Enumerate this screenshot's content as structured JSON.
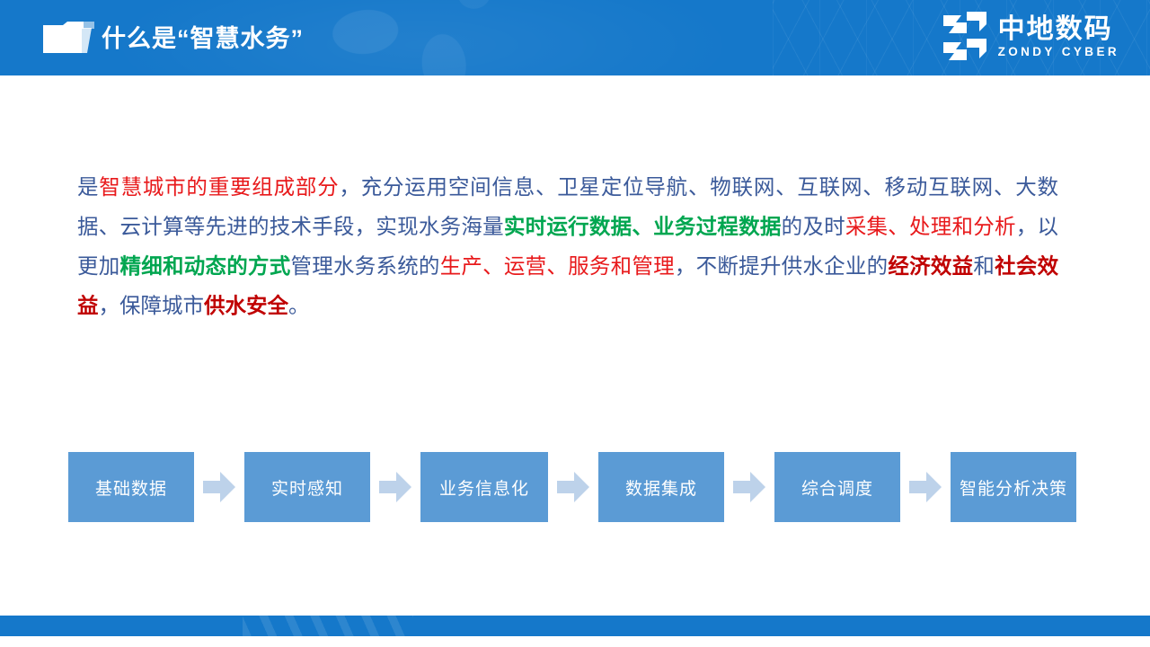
{
  "header": {
    "title": "什么是“智慧水务”",
    "folder_icon": "folder-icon",
    "logo": {
      "mark": "zondy-z-mark-icon",
      "cn_name": "中地数码",
      "en_name": "ZONDY CYBER"
    },
    "bg_color": "#1578ca"
  },
  "body": {
    "paragraph_plain": "是智慧城市的重要组成部分，充分运用空间信息、卫星定位导航、物联网、互联网、移动互联网、大数据、云计算等先进的技术手段，实现水务海量实时运行数据、业务过程数据的及时采集、处理和分析，以更加精细和动态的方式管理水务系统的生产、运营、服务和管理，不断提升供水企业的经济效益和社会效益，保障城市供水安全。",
    "segments": [
      {
        "text": "是",
        "style": "blue"
      },
      {
        "text": "智慧城市的重要组成部分",
        "style": "red"
      },
      {
        "text": "，充分运用空间信息、卫星定位导航、物联网、互联网、移动互联网、大数据、云计算等先进的技术手段，实现水务海量",
        "style": "blue"
      },
      {
        "text": "实时运行数据",
        "style": "green-bold"
      },
      {
        "text": "、",
        "style": "green-bold"
      },
      {
        "text": "业务过程数据",
        "style": "green-bold"
      },
      {
        "text": "的及时",
        "style": "blue"
      },
      {
        "text": "采集、处理和分析",
        "style": "red"
      },
      {
        "text": "，以更加",
        "style": "blue"
      },
      {
        "text": "精细和动态的方式",
        "style": "green-bold"
      },
      {
        "text": "管理水务系统的",
        "style": "blue"
      },
      {
        "text": "生产、运营、服务和管理",
        "style": "red"
      },
      {
        "text": "，不断提升供水企业的",
        "style": "blue"
      },
      {
        "text": "经济效益",
        "style": "red-bold"
      },
      {
        "text": "和",
        "style": "blue"
      },
      {
        "text": "社会效益",
        "style": "red-bold"
      },
      {
        "text": "，保障城市",
        "style": "blue"
      },
      {
        "text": "供水安全",
        "style": "red-bold"
      },
      {
        "text": "。",
        "style": "blue"
      }
    ],
    "colors": {
      "blue": "#3b5a9a",
      "red": "#e8191b",
      "red_bold": "#c00000",
      "green_bold": "#00a650"
    }
  },
  "flow": {
    "box_color": "#5b9bd5",
    "arrow_color": "#bdd2ea",
    "steps": [
      {
        "label": "基础数据",
        "width": 140
      },
      {
        "label": "实时感知",
        "width": 140
      },
      {
        "label": "业务信息化",
        "width": 142
      },
      {
        "label": "数据集成",
        "width": 140
      },
      {
        "label": "综合调度",
        "width": 140
      },
      {
        "label": "智能分析决策",
        "width": 140
      }
    ]
  },
  "footer": {
    "bg_color": "#1578ca"
  }
}
